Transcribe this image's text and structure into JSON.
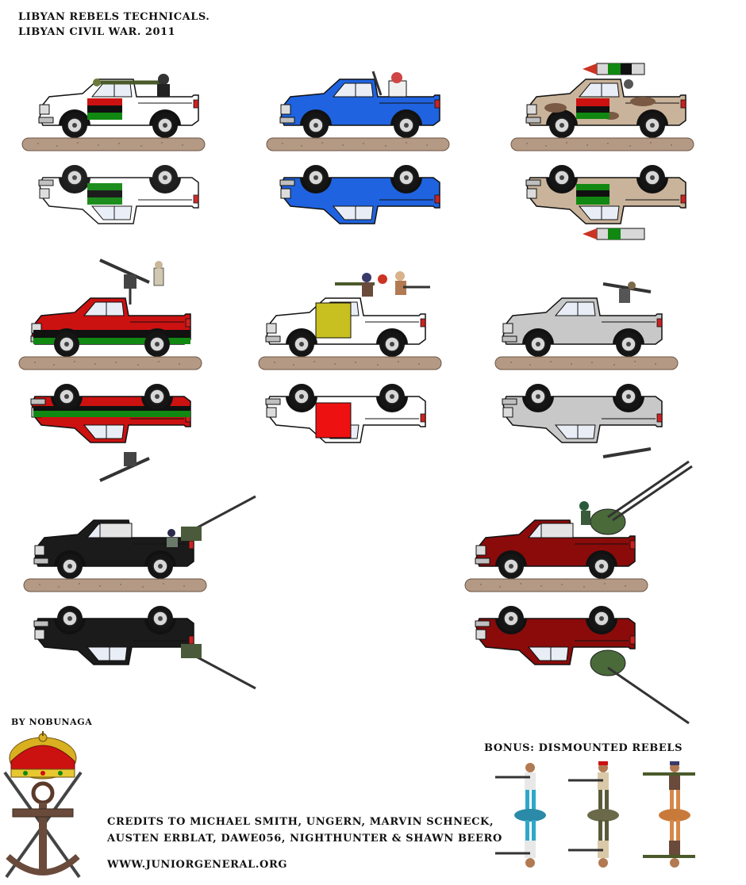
{
  "header": {
    "title_line1": "LIBYAN REBELS TECHNICALS.",
    "title_line2": "LIBYAN CIVIL WAR. 2011"
  },
  "vehicles": [
    {
      "name": "rebel-technical-flag-rpg",
      "body_color": "#ffffff",
      "door_colors": [
        "#cc1111",
        "#111111",
        "#118811"
      ],
      "armament": "rpg"
    },
    {
      "name": "rebel-technical-blue",
      "body_color": "#1f63e0",
      "armament": "machine-gun"
    },
    {
      "name": "rebel-technical-camo-rocket-pod",
      "body_color": "#c9b39a",
      "armament": "rocket-pod"
    },
    {
      "name": "rebel-technical-flag-hmg",
      "body_color": "#cc1111",
      "stripe_colors": [
        "#cc1111",
        "#111111",
        "#118811"
      ],
      "armament": "heavy-machine-gun"
    },
    {
      "name": "rebel-technical-white-yellow-door",
      "body_color": "#ffffff",
      "door_color": "#c8c020",
      "armament": "rpg-squad"
    },
    {
      "name": "rebel-technical-silver",
      "body_color": "#c8c8c8",
      "armament": "recoilless-rifle"
    },
    {
      "name": "rebel-technical-black-aa-gun",
      "body_color": "#1b1b1b",
      "armament": "aa-gun"
    },
    {
      "name": "rebel-technical-maroon-zu23",
      "body_color": "#8b0b0b",
      "armament": "zu-23"
    }
  ],
  "footer": {
    "author": "BY NOBUNAGA",
    "bonus_title": "BONUS: DISMOUNTED REBELS",
    "credits_line1": "CREDITS TO MICHAEL SMITH, UNGERN, MARVIN SCHNECK,",
    "credits_line2": "AUSTEN ERBLAT, DAWE056, NIGHTHUNTER & SHAWN BEERO",
    "website": "WWW.JUNIORGENERAL.ORG"
  },
  "infantry": [
    {
      "name": "rebel-infantry-rifleman",
      "shirt_color": "#e8e8e8",
      "trouser_color": "#2ea8c8"
    },
    {
      "name": "rebel-infantry-red-beret",
      "shirt_color": "#d9c9a8",
      "trouser_color": "#5a5a3a"
    },
    {
      "name": "rebel-infantry-rpg",
      "shirt_color": "#6a4a3a",
      "trouser_color": "#d6884a"
    }
  ]
}
